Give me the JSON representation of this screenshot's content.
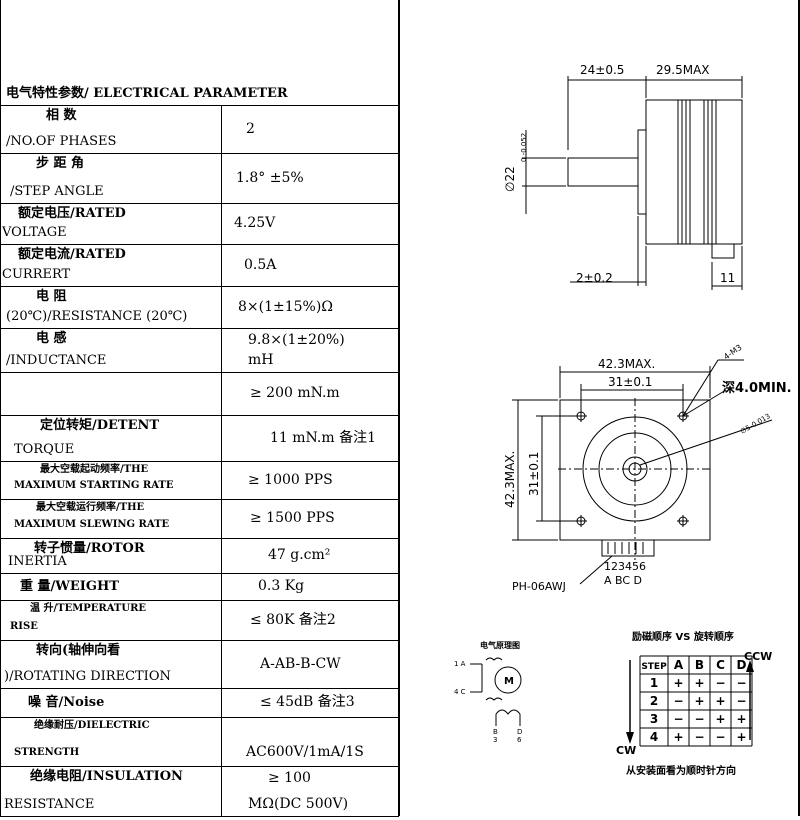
{
  "title": "电气特性参数/ ELECTRICAL PARAMETER",
  "rows": [
    {
      "label1": "相    数",
      "label2": "/NO.OF PHASES",
      "value1": "2",
      "value2": ""
    },
    {
      "label1": "步 距 角",
      "label2": "/STEP ANGLE",
      "value1": "1.8° ±5%",
      "value2": ""
    },
    {
      "label1": "额定电压/RATED",
      "label2": "VOLTAGE",
      "value1": "4.25V",
      "value2": ""
    },
    {
      "label1": "额定电流/RATED",
      "label2": "CURRERT",
      "value1": "0.5A",
      "value2": ""
    },
    {
      "label1": "电      阻",
      "label2": "(20℃)/RESISTANCE (20℃)",
      "value1": "8×(1±15%)Ω",
      "value2": ""
    },
    {
      "label1": "电      感",
      "label2": "/INDUCTANCE",
      "value1": "9.8×(1±20%)",
      "value2": "mH"
    },
    {
      "label1": "",
      "label2": "",
      "value1": "≥ 200 mN.m",
      "value2": ""
    },
    {
      "label1": "定位转矩/DETENT",
      "label2": "TORQUE",
      "value1": "11 mN.m   备注1",
      "value2": ""
    },
    {
      "label1": "最大空载起动频率/THE",
      "label2": "MAXIMUM STARTING RATE",
      "value1": "≥ 1000 PPS",
      "value2": ""
    },
    {
      "label1": "最大空载运行频率/THE",
      "label2": "MAXIMUM SLEWING RATE",
      "value1": "≥ 1500 PPS",
      "value2": ""
    },
    {
      "label1": "转子惯量/ROTOR",
      "label2": "INERTIA",
      "value1": "47 g.cm²",
      "value2": ""
    },
    {
      "label1": "重    量/WEIGHT",
      "label2": "",
      "value1": "0.3 Kg",
      "value2": ""
    },
    {
      "label1": "温    升/TEMPERATURE",
      "label2": "RISE",
      "value1": "≤ 80K 备注2",
      "value2": ""
    },
    {
      "label1": "转向(轴伸向看",
      "label2": ")/ROTATING DIRECTION",
      "value1": "A-AB-B-CW",
      "value2": ""
    },
    {
      "label1": "噪    音/Noise",
      "label2": "",
      "value1": "≤ 45dB 备注3",
      "value2": ""
    },
    {
      "label1": "绝缘耐压/DIELECTRIC",
      "label2": "STRENGTH",
      "value1": "AC600V/1mA/1S",
      "value2": ""
    },
    {
      "label1": "绝缘电阻/INSULATION",
      "label2": "RESISTANCE",
      "value1": "≥ 100",
      "value2": "MΩ(DC 500V)"
    }
  ],
  "side_view": {
    "dim_shaft_len": "24±0.5",
    "dim_body_len": "29.5MAX",
    "dim_shaft_dia": "∅22",
    "dim_shaft_tol": "0\n-0.052",
    "dim_flange": "2±0.2",
    "dim_connector": "11"
  },
  "front_view": {
    "dim_width": "42.3MAX.",
    "dim_hole_pitch_x": "31±0.1",
    "dim_height": "42.3MAX.",
    "dim_hole_pitch_y": "31±0.1",
    "hole_note": "4-M3",
    "depth_note": "深4.0MIN.",
    "shaft_note": "∅5-0.013",
    "pin_numbers": "123456",
    "pin_letters": "A  BC  D",
    "connector": "PH-06AWJ"
  },
  "schematic": {
    "title": "电气原理图",
    "pin1": "1 A",
    "pin4": "4 C",
    "pinB": "B\n3",
    "pinD": "D\n6",
    "motor": "M"
  },
  "sequence": {
    "title": "励磁顺序 VS 旋转顺序",
    "headers": [
      "STEP",
      "A",
      "B",
      "C",
      "D"
    ],
    "steps": [
      [
        "1",
        "+",
        "+",
        "−",
        "−"
      ],
      [
        "2",
        "−",
        "+",
        "+",
        "−"
      ],
      [
        "3",
        "−",
        "−",
        "+",
        "+"
      ],
      [
        "4",
        "+",
        "−",
        "−",
        "+"
      ]
    ],
    "ccw": "CCW",
    "cw": "CW",
    "footer": "从安装面看为顺时针方向"
  }
}
